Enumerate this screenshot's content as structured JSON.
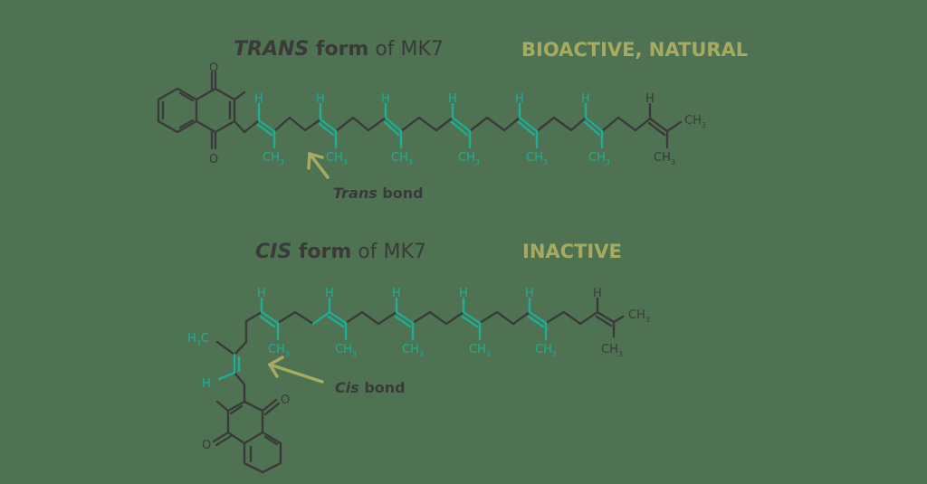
{
  "trans": {
    "title_em": "TRANS",
    "title_b": " form",
    "title_rest": " of MK7",
    "status": "BIOACTIVE, NATURAL",
    "bond_label_it": "Trans",
    "bond_label_rest": " bond"
  },
  "cis": {
    "title_em": "CIS",
    "title_b": " form",
    "title_rest": " of MK7",
    "status": "INACTIVE",
    "bond_label_it": "Cis",
    "bond_label_rest": " bond"
  },
  "atoms": {
    "H": "H",
    "CH": "CH",
    "three": "3",
    "O": "O",
    "H3C_H": "H",
    "H3C_3": "3",
    "H3C_C": "C"
  },
  "colors": {
    "background": "#4f7352",
    "dark": "#3a3a3a",
    "teal": "#1fae95",
    "olive": "#a7ab62"
  }
}
